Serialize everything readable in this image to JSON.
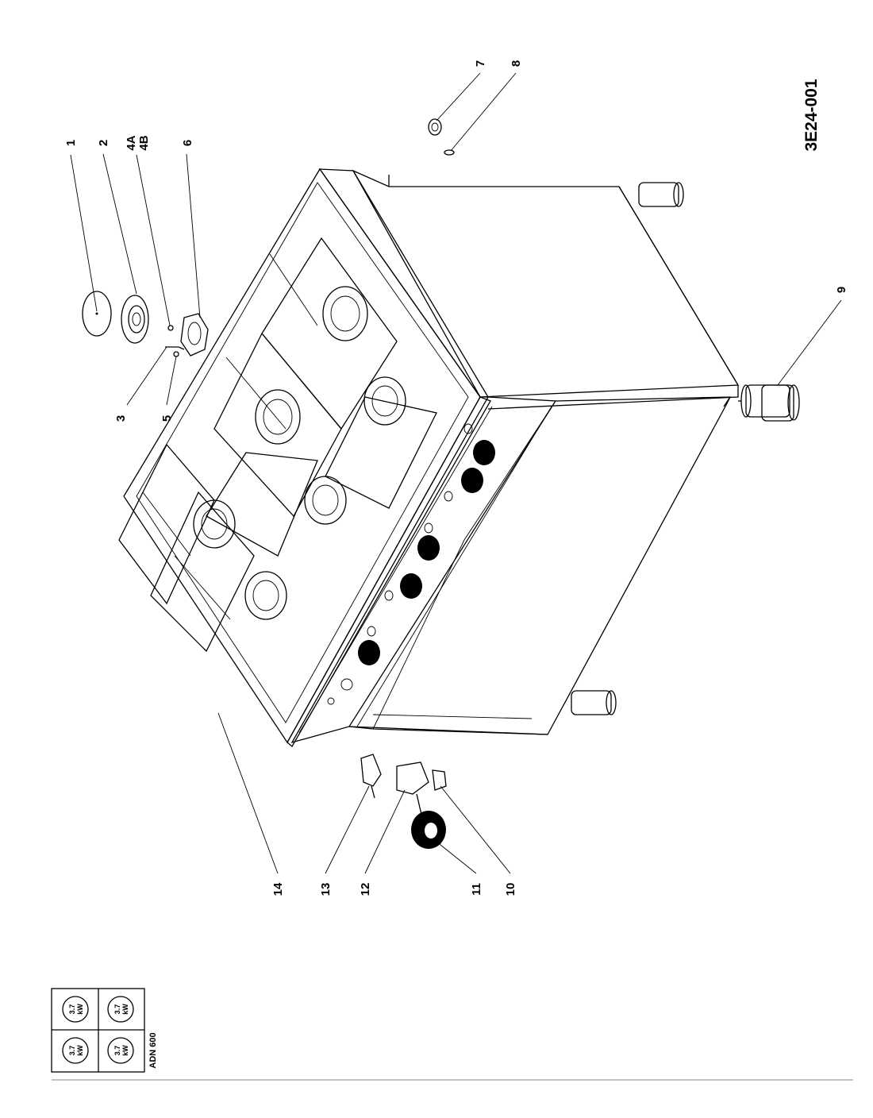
{
  "drawing_code": "3E24-001",
  "model": "ADN 600",
  "legend": {
    "burners": [
      {
        "power": "3.7",
        "unit": "kW"
      },
      {
        "power": "3.7",
        "unit": "kW"
      },
      {
        "power": "3.7",
        "unit": "kW"
      },
      {
        "power": "3.7",
        "unit": "kW"
      }
    ]
  },
  "callouts": {
    "c1": "1",
    "c2": "2",
    "c3": "3",
    "c4": "4A\n4B",
    "c5": "5",
    "c6": "6",
    "c7": "7",
    "c8": "8",
    "c9": "9",
    "c10": "10",
    "c11": "11",
    "c12": "12",
    "c13": "13",
    "c14": "14"
  }
}
